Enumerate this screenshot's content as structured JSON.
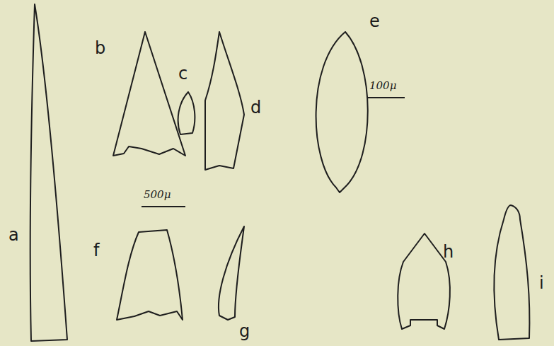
{
  "diagram": {
    "labels": [
      "a",
      "b",
      "c",
      "d",
      "e",
      "f",
      "g",
      "h",
      "i",
      "500μ",
      "100μ"
    ]
  }
}
